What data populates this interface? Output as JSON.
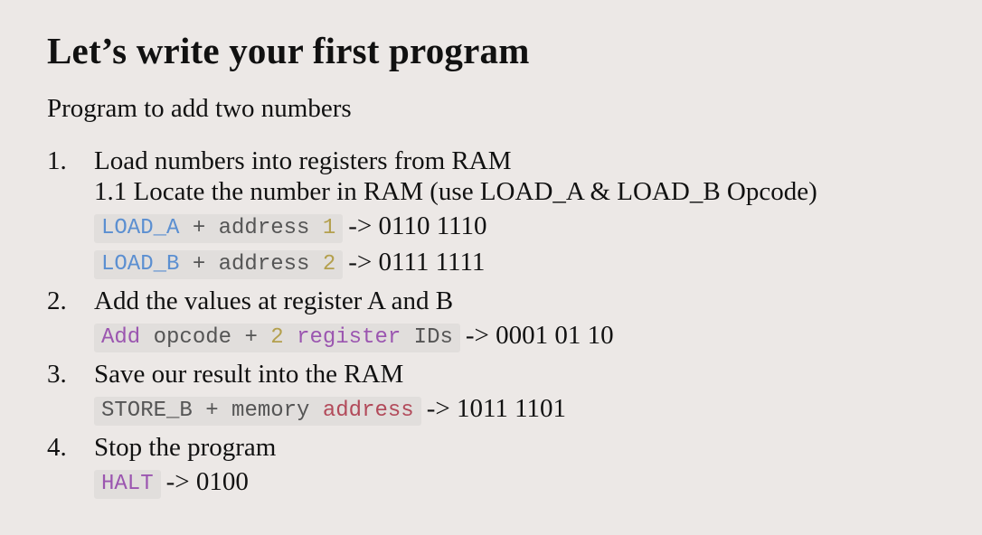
{
  "title": "Let’s write your first program",
  "subtitle": "Program to add two numbers",
  "steps": [
    {
      "number": "1.",
      "title": "Load numbers into registers from RAM",
      "sub": "1.1 Locate the number in RAM (use LOAD_A & LOAD_B Opcode)",
      "lines": [
        {
          "op": "LOAD_A",
          "mid": " + address ",
          "arg": "1",
          "result": "-> 0110 1110"
        },
        {
          "op": "LOAD_B",
          "mid": " + address ",
          "arg": "2",
          "result": "-> 0111 1111"
        }
      ]
    },
    {
      "number": "2.",
      "title": "Add the values at register A and B",
      "line": {
        "op": "Add",
        "mid1": " opcode + ",
        "arg": "2",
        "mid2": " ",
        "arg2": "register",
        "tail": " IDs",
        "result": "-> 0001 01 10"
      }
    },
    {
      "number": "3.",
      "title": "Save our result into the RAM",
      "line": {
        "op": "STORE_B",
        "mid": " + memory ",
        "arg": "address",
        "result": "-> 1011 1101"
      }
    },
    {
      "number": "4.",
      "title": "Stop the program",
      "line": {
        "op": "HALT",
        "result": "-> 0100"
      }
    }
  ]
}
